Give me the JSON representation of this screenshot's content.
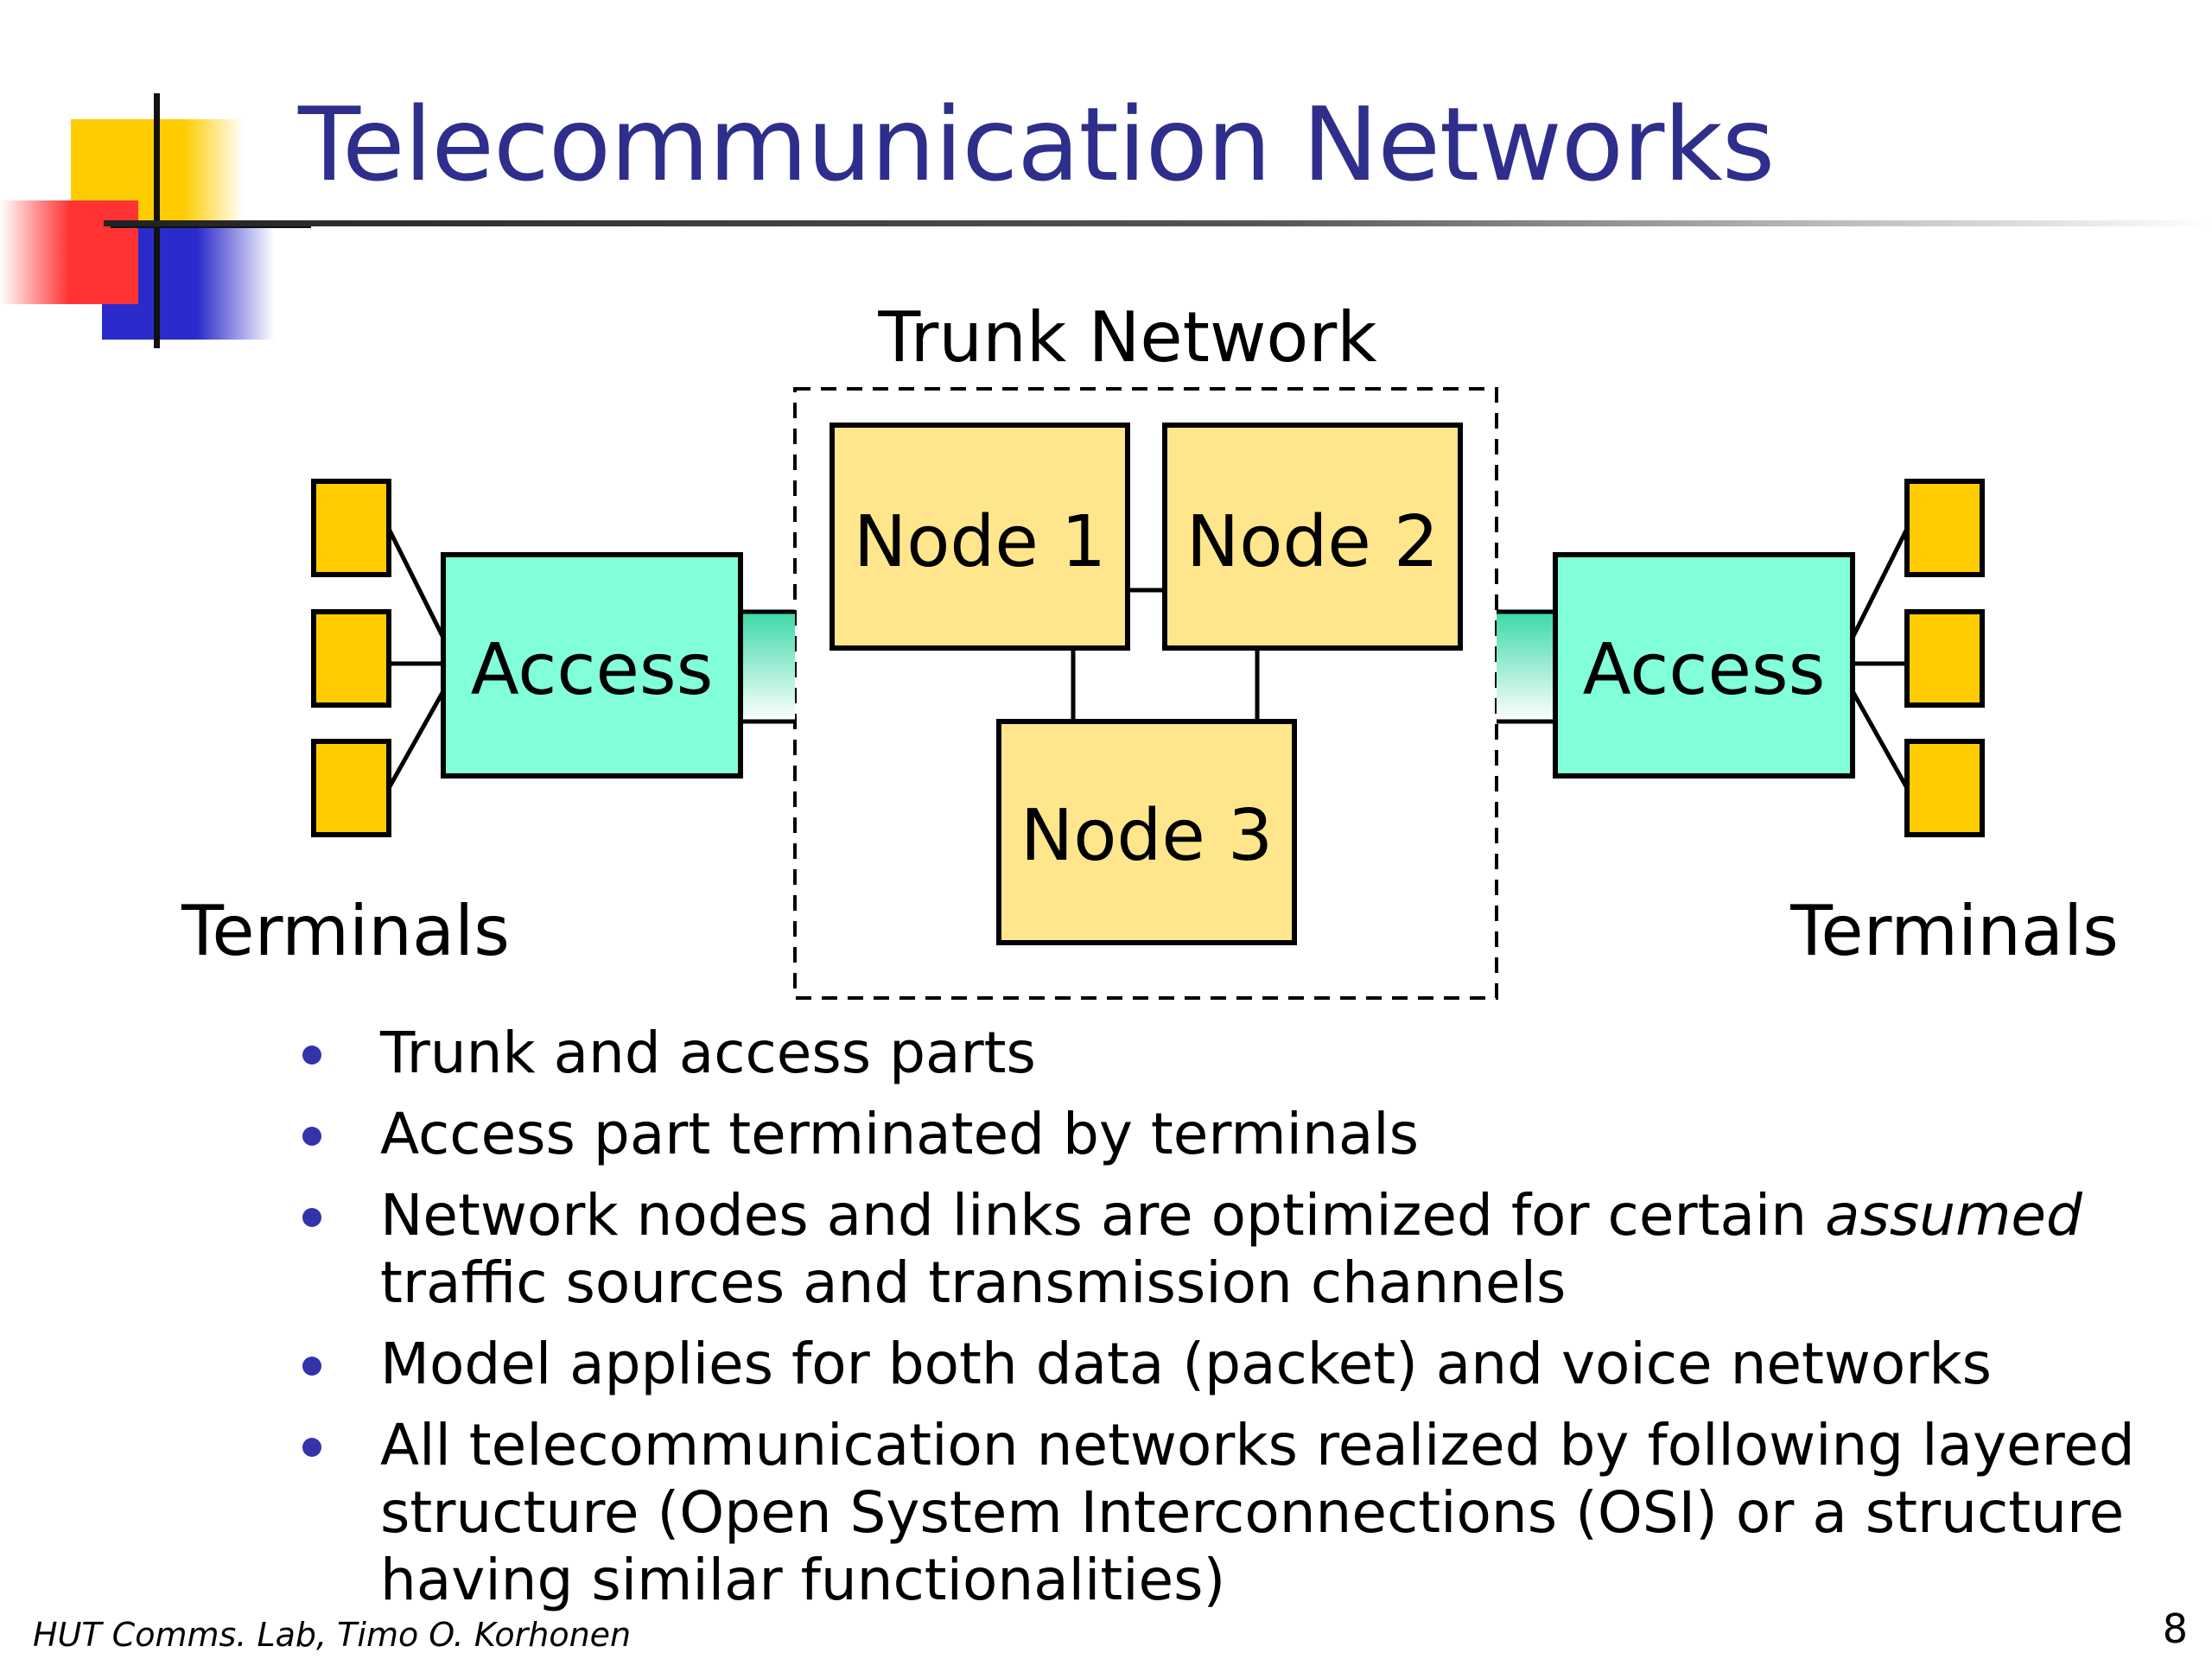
{
  "slide": {
    "title": "Telecommunication Networks",
    "footer": "HUT Comms. Lab, Timo O. Korhonen",
    "page_number": "8"
  },
  "diagram": {
    "trunk_label": "Trunk Network",
    "nodes": [
      "Node 1",
      "Node 2",
      "Node 3"
    ],
    "access_left": "Access",
    "access_right": "Access",
    "terminals_left": "Terminals",
    "terminals_right": "Terminals",
    "colors": {
      "node_fill": "#ffe68c",
      "access_fill": "#80ffd9",
      "terminal_fill": "#ffcc00",
      "title_color": "#2e2e8c",
      "bullet_color": "#3333aa"
    }
  },
  "bullets": [
    {
      "text": "Trunk and access parts"
    },
    {
      "text": "Access part terminated by terminals"
    },
    {
      "before": "Network nodes and links are optimized for certain ",
      "em": "assumed",
      "after": " traffic sources and transmission channels"
    },
    {
      "text": "Model applies for both data (packet) and voice networks"
    },
    {
      "text": "All telecommunication networks realized by following layered structure (Open System Interconnections (OSI) or a structure having similar functionalities)"
    }
  ]
}
